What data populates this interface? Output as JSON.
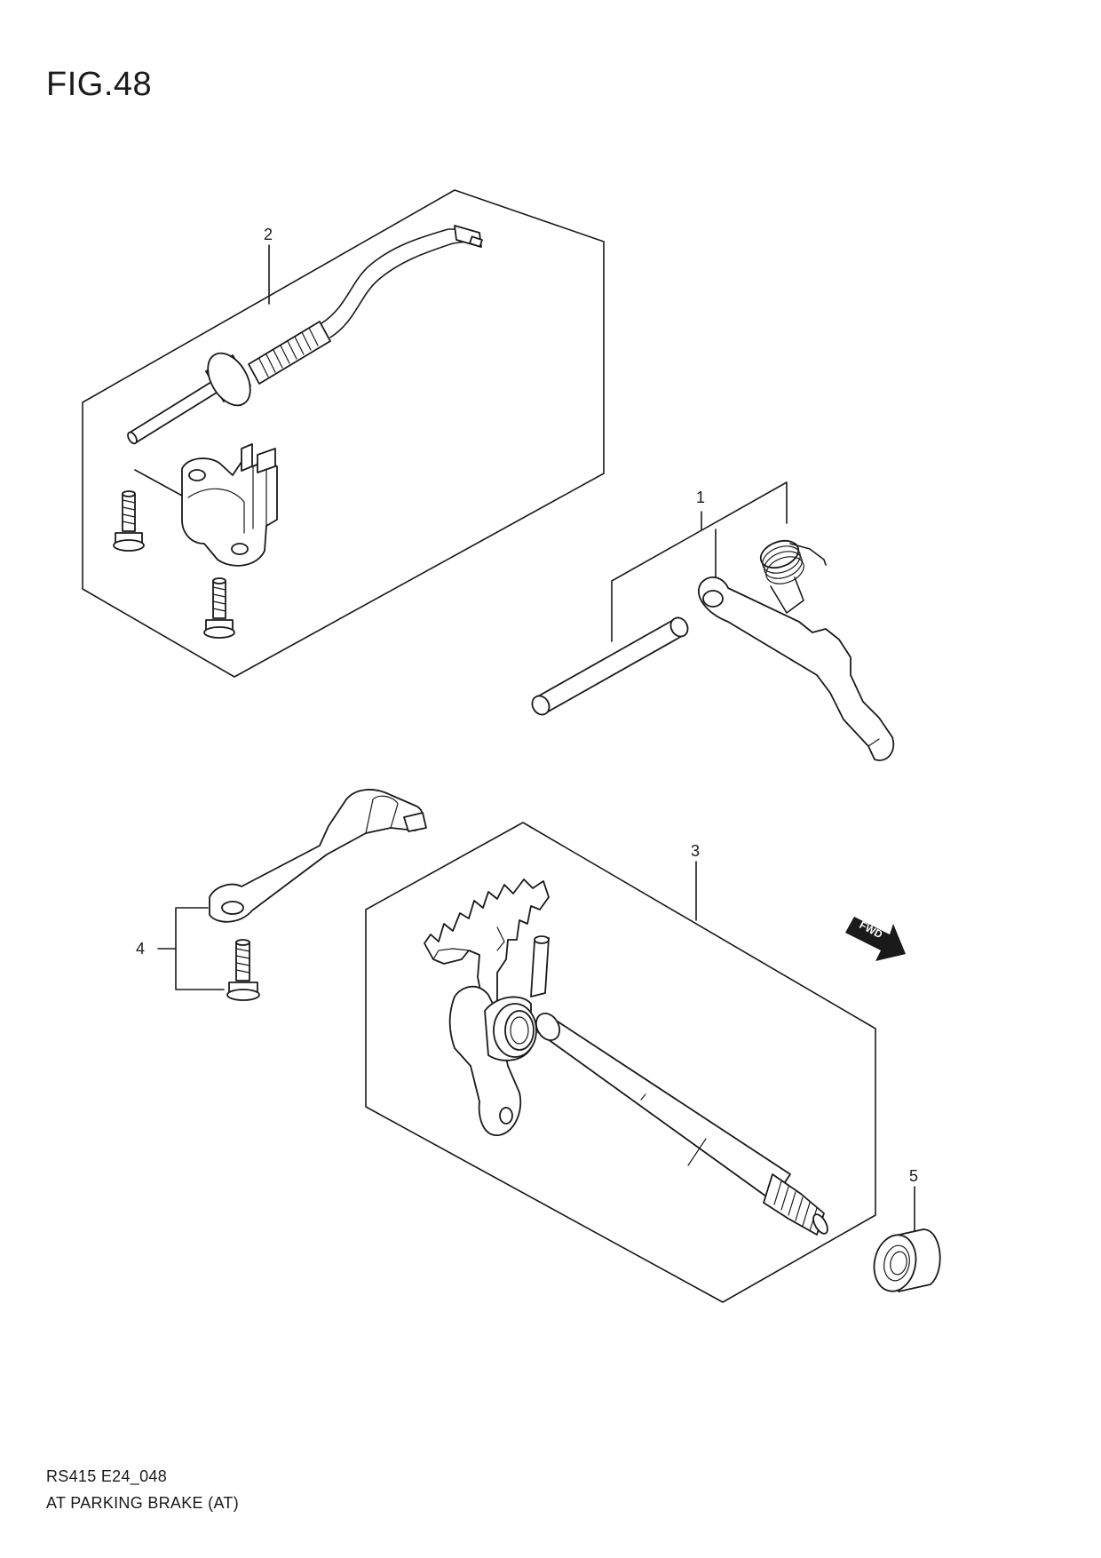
{
  "figure": {
    "title": "FIG.48",
    "code": "RS415 E24_048",
    "caption": "AT PARKING BRAKE (AT)"
  },
  "callouts": {
    "c1": "1",
    "c2": "2",
    "c3": "3",
    "c4": "4",
    "c5": "5"
  },
  "fwd_badge": {
    "label": "FWD"
  }
}
